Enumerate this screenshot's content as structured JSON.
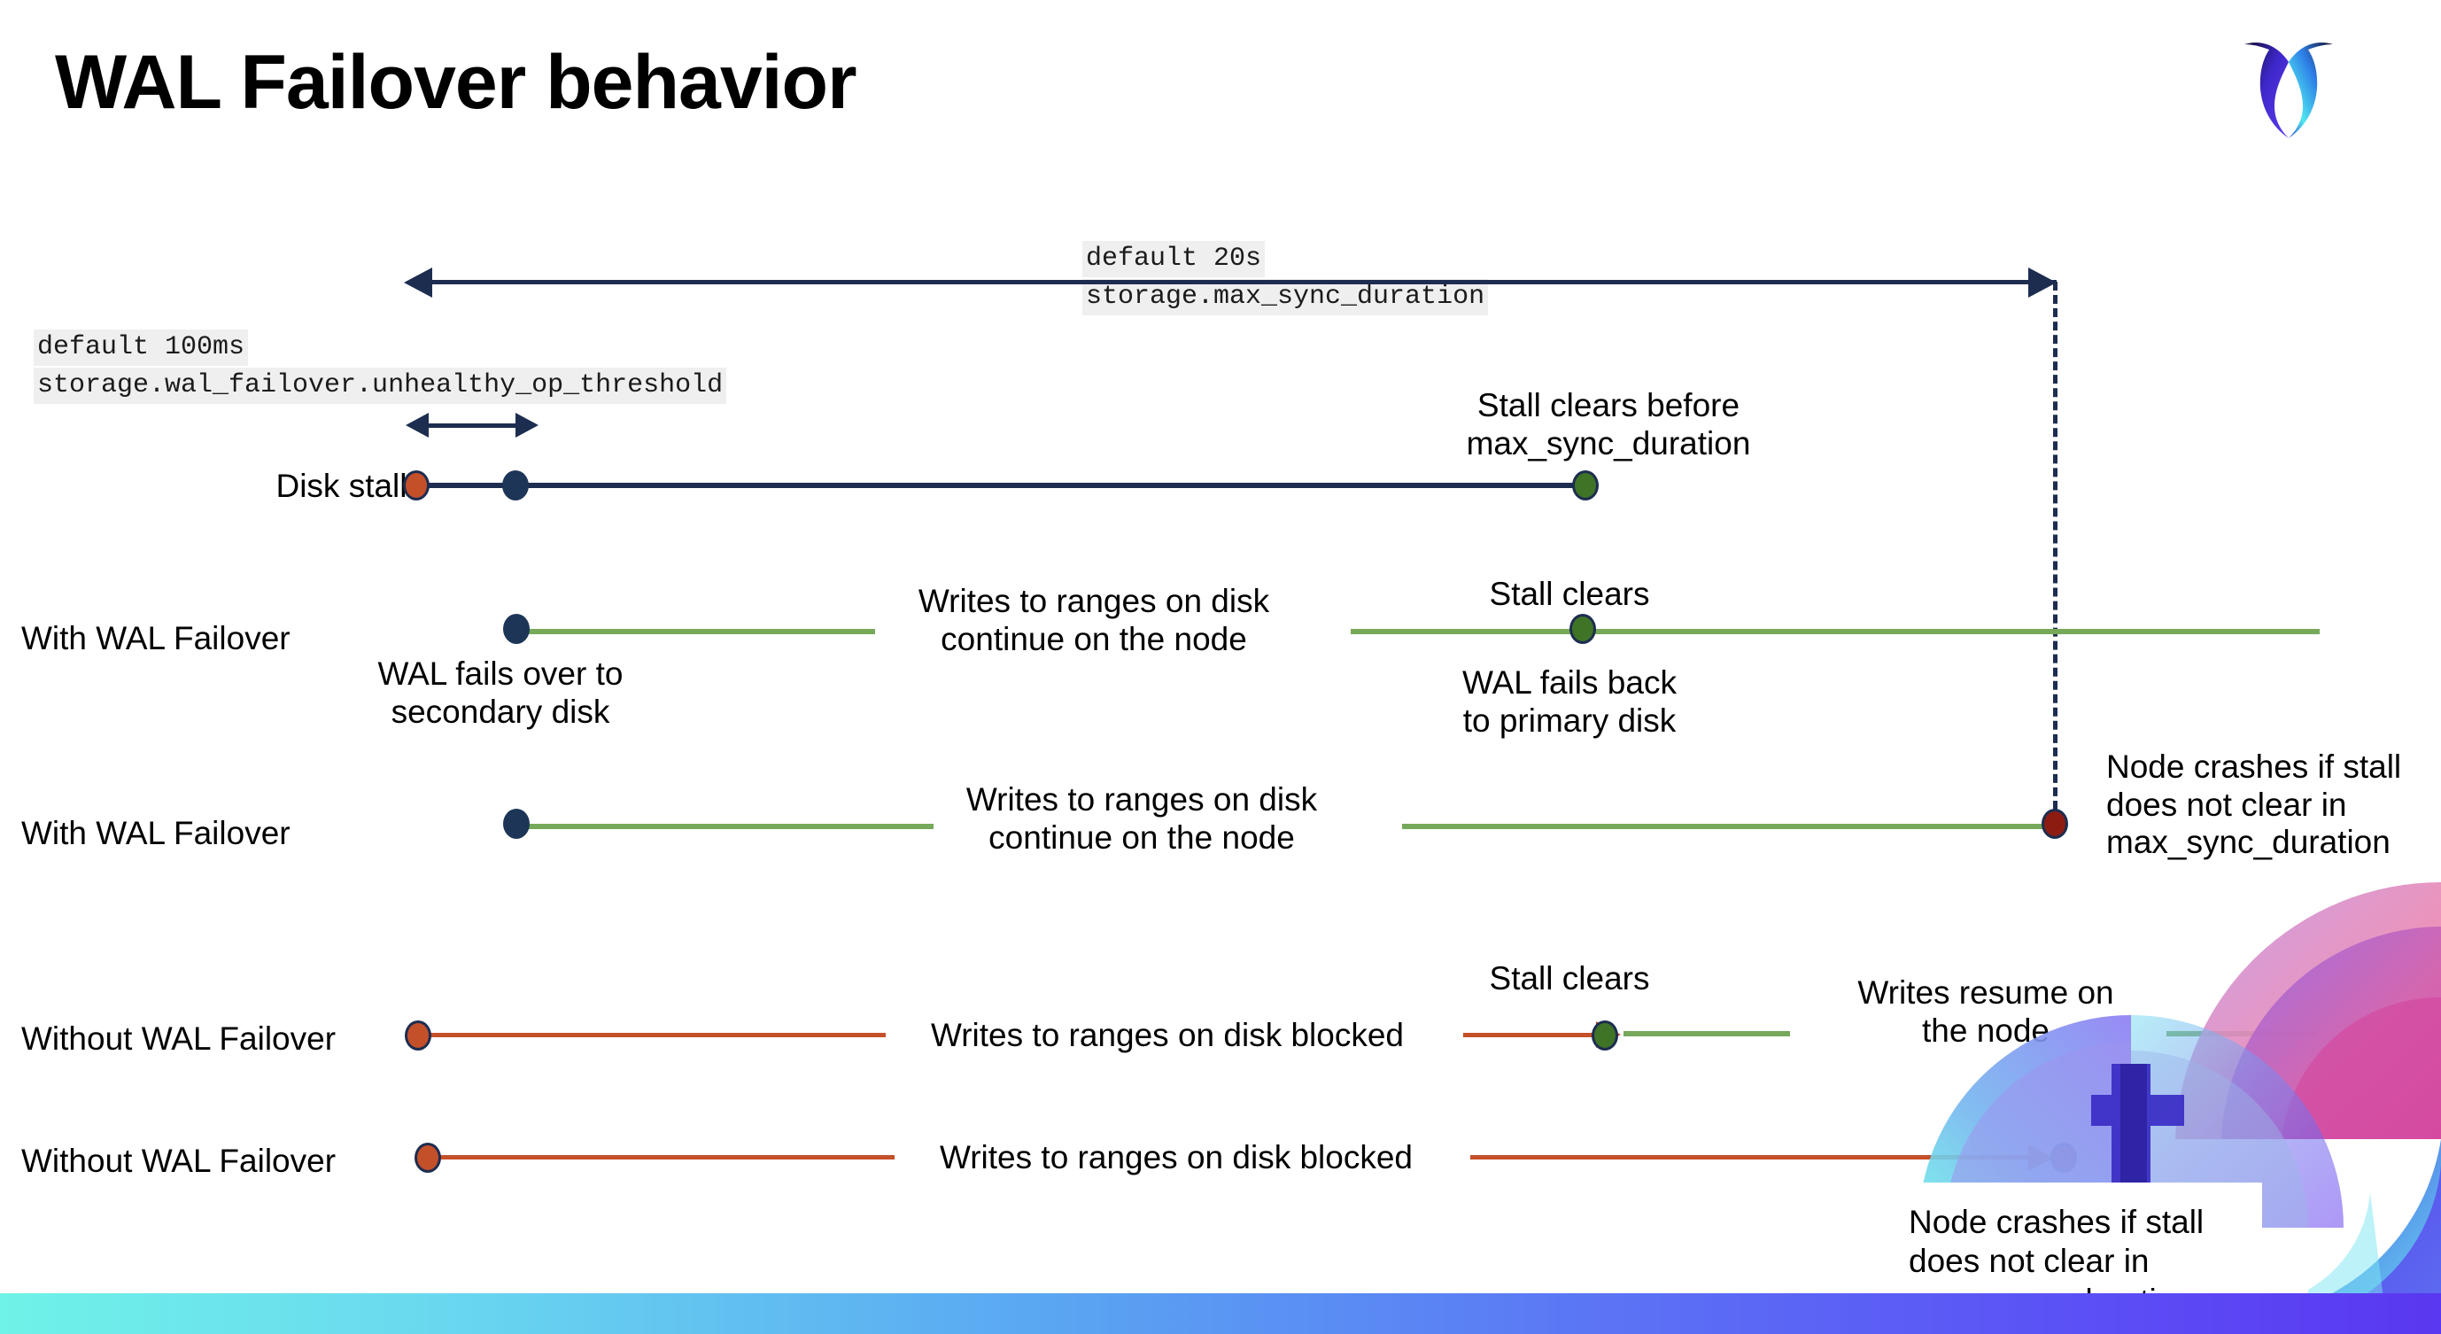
{
  "slide": {
    "title": "WAL Failover behavior",
    "logo_name": "cockroachdb-logo"
  },
  "settings": {
    "max_sync_duration_default": "default 20s",
    "max_sync_duration_name": "storage.max_sync_duration",
    "unhealthy_op_default": "default 100ms",
    "unhealthy_op_name": "storage.wal_failover.unhealthy_op_threshold"
  },
  "rows": [
    {
      "id": "disk-stalls",
      "label": "Disk stalls",
      "annotation": "Stall clears before\nmax_sync_duration"
    },
    {
      "id": "with-wal-failover-1",
      "label": "With WAL Failover",
      "start_note": "WAL fails over to\nsecondary disk",
      "mid_note": "Writes to ranges on disk\ncontinue on the node",
      "clear_note": "Stall clears",
      "end_note": "WAL fails  back\nto primary disk"
    },
    {
      "id": "with-wal-failover-2",
      "label": "With WAL Failover",
      "mid_note": "Writes to ranges on disk\ncontinue on the node",
      "crash_note": "Node crashes if stall\ndoes not clear in\nmax_sync_duration"
    },
    {
      "id": "without-wal-failover-1",
      "label": "Without WAL Failover",
      "mid_note": "Writes to ranges on disk  blocked",
      "clear_note": "Stall clears",
      "resume_note": "Writes resume on\nthe node"
    },
    {
      "id": "without-wal-failover-2",
      "label": "Without WAL Failover",
      "mid_note": "Writes to ranges on disk  blocked",
      "crash_note": "Node crashes if stall\ndoes not clear in\nmax_sync_duration"
    }
  ],
  "colors": {
    "navy": "#1d2d50",
    "green_line": "#76a95a",
    "orange_line": "#c4502a",
    "dot_orange": "#c4502a",
    "dot_navy": "#1d3557",
    "dot_green": "#3f7427",
    "dot_darkred": "#8c1c12",
    "code_chip_bg": "#efefef",
    "bottom_bar_start": "#6ff2e8",
    "bottom_bar_end": "#5a37f0"
  }
}
